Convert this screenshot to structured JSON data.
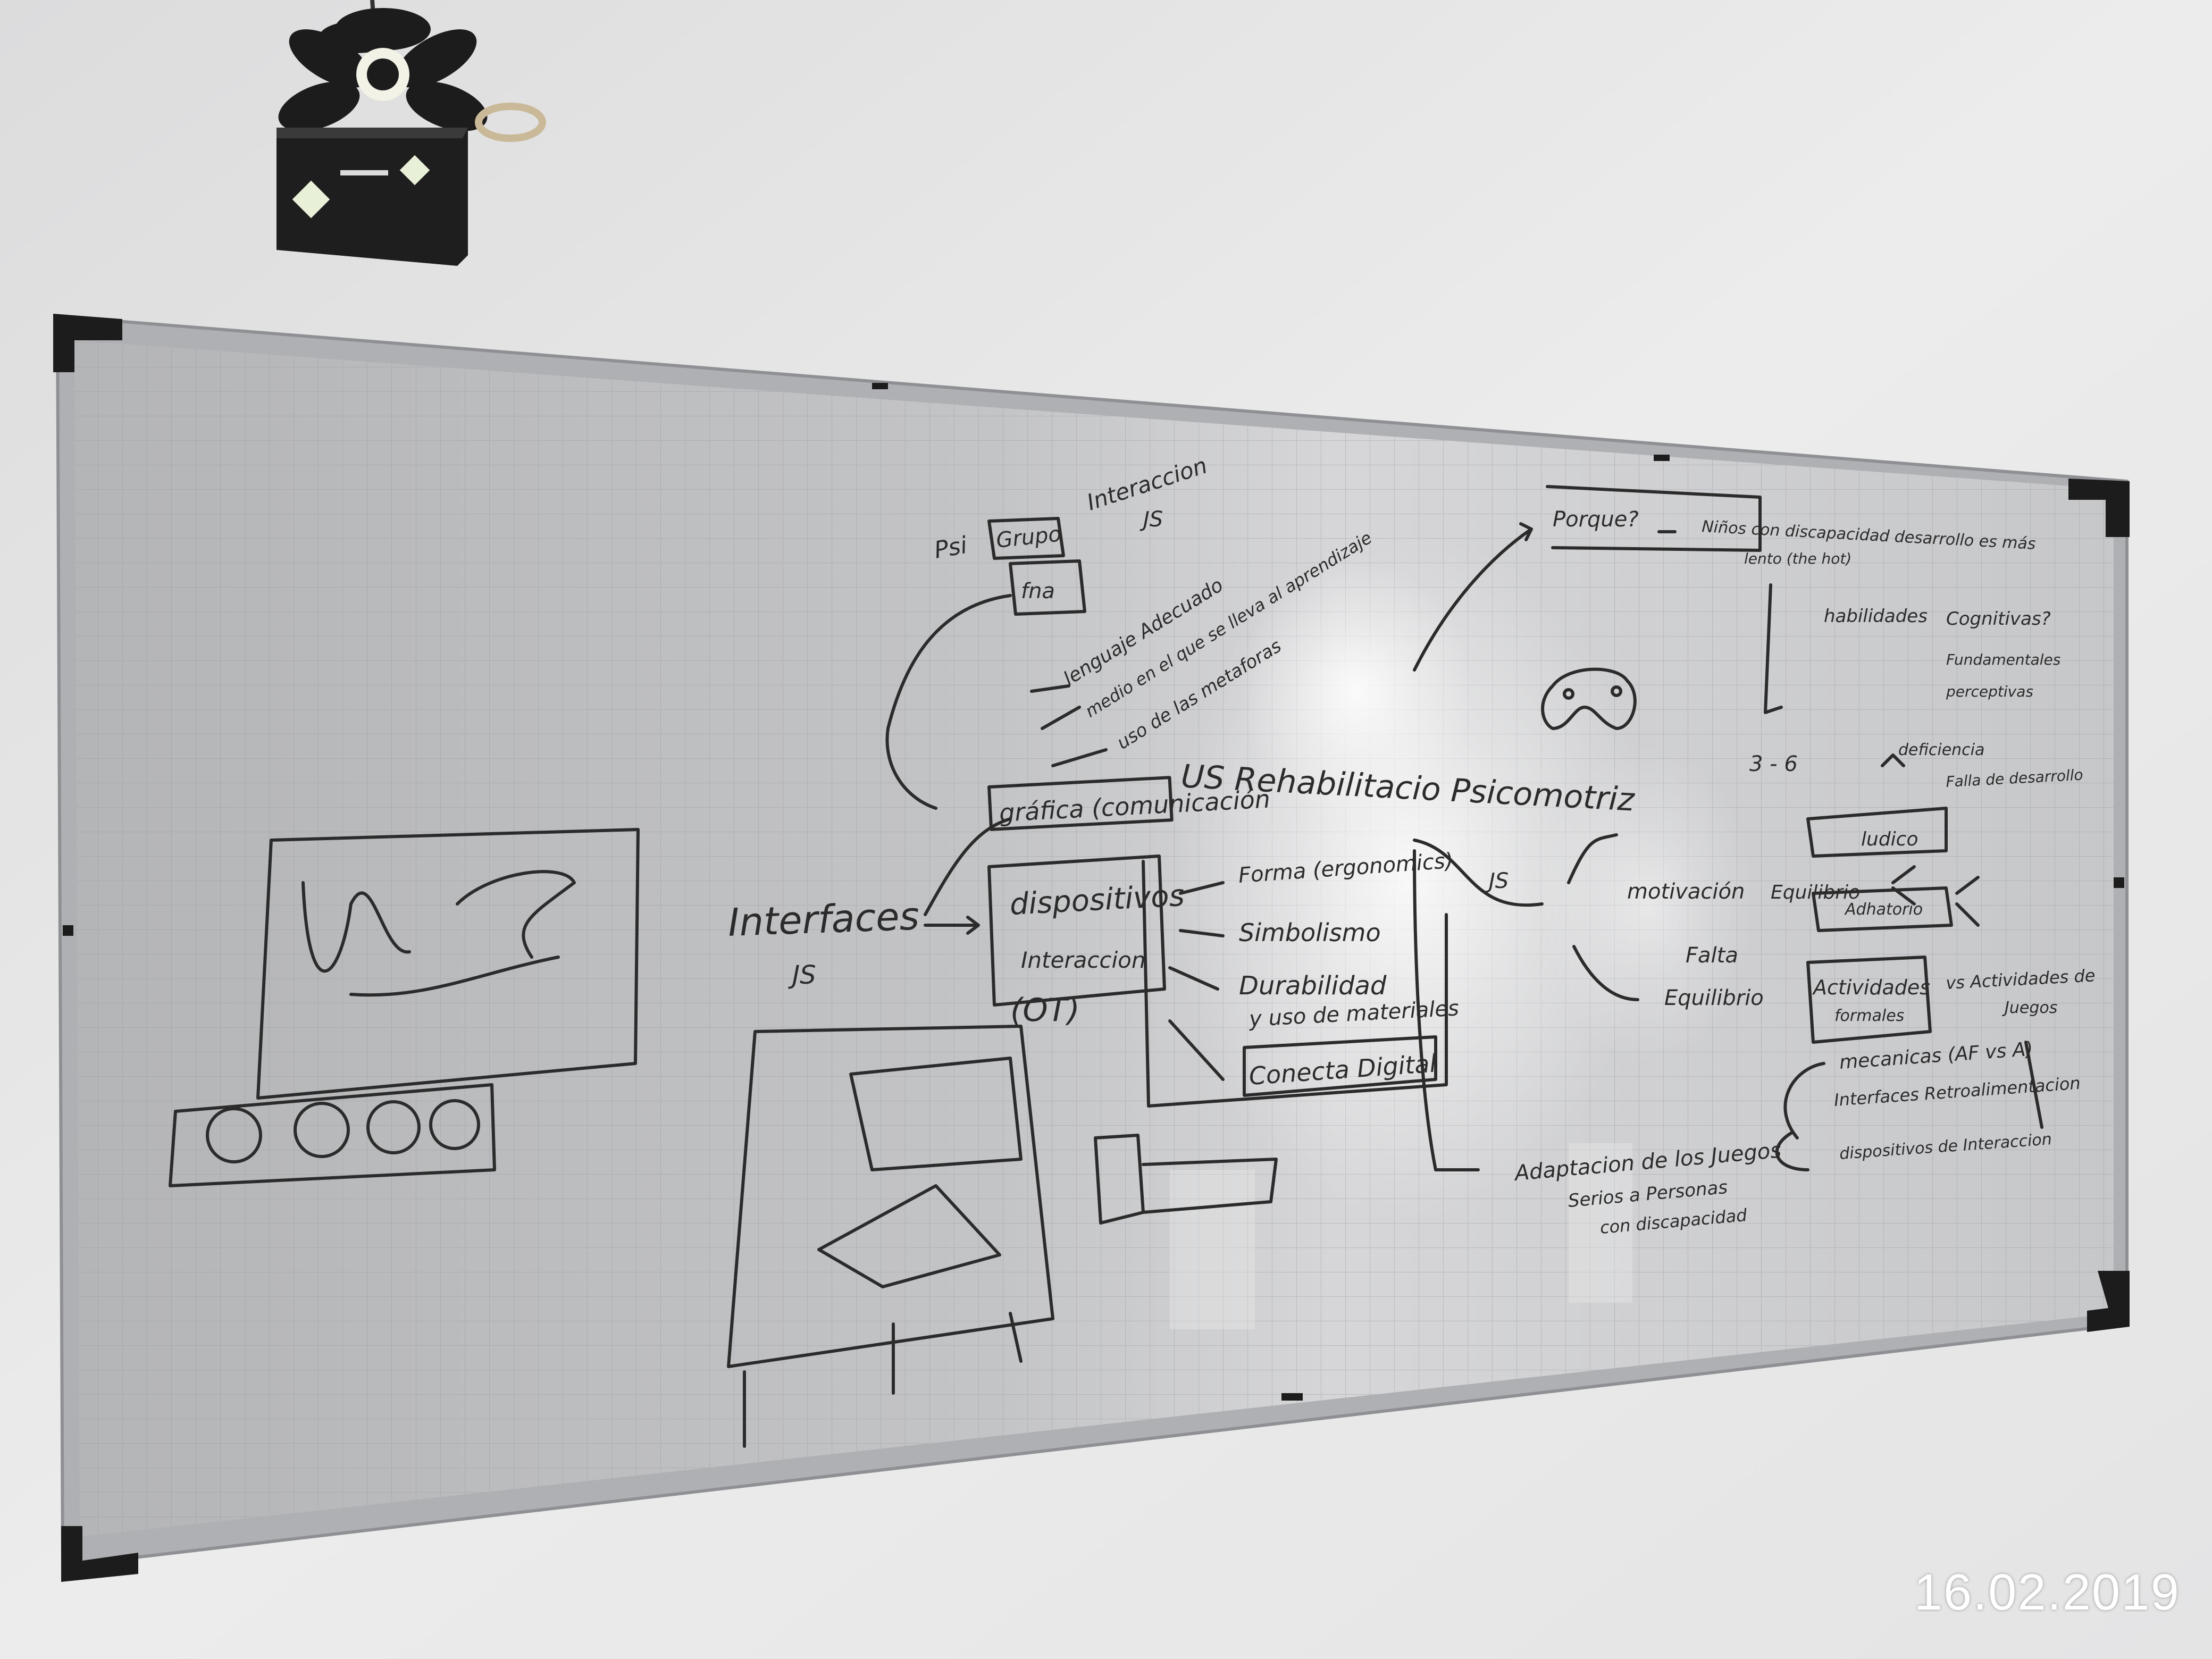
{
  "timestamp": "16.02.2019",
  "board_text": {
    "psi": "Psi",
    "grupo": "Grupo",
    "fna": "fna",
    "interaccion": "Interaccion",
    "js_top": "JS",
    "lenguaje": "lenguaje Adecuado",
    "medio": "medio en el que se lleva al aprendizaje",
    "metaforas": "uso de las metaforas",
    "grafica": "gráfica (comunicación",
    "rehabilitacion": "US Rehabilitacio Psicomotriz",
    "interfaces": "Interfaces",
    "interfaces_js": "JS",
    "dispositivos": "dispositivos",
    "dispositivos_interaccion": "Interaccion",
    "ot": "(OT)",
    "forma": "Forma (ergonomics)",
    "simbolismo": "Simbolismo",
    "durabilidad": "Durabilidad",
    "uso_materiales": "y uso de materiales",
    "conecta_digital": "Conecta Digital",
    "js_mid": "JS",
    "motivacion": "motivación",
    "equilibrio": "Equilibrio",
    "ludico": "ludico",
    "aburrido": "Adhatorio",
    "falta": "Falta",
    "falta_equilibrio": "Equilibrio",
    "actividades": "Actividades",
    "formales": "formales",
    "vs_actividades": "vs Actividades de",
    "juegos": "Juegos",
    "porque": "Porque?",
    "ninos": "Niños con discapacidad desarrollo es más",
    "lento": "lento (the hot)",
    "habilidades": "habilidades",
    "cognitivas": "Cognitivas?",
    "fundamentales": "Fundamentales",
    "perceptivas": "perceptivas",
    "edad": "3 - 6",
    "deficiencia": "deficiencia",
    "falla": "Falla de desarrollo",
    "adaptacion": "Adaptacion de los Juegos",
    "serios": "Serios a Personas",
    "discapacidad": "con discapacidad",
    "mecanicas": "mecanicas (AF vs A)",
    "interfaces_retro": "Interfaces Retroalimentacion",
    "dispositivos_interaccion2": "dispositivos de Interaccion"
  }
}
